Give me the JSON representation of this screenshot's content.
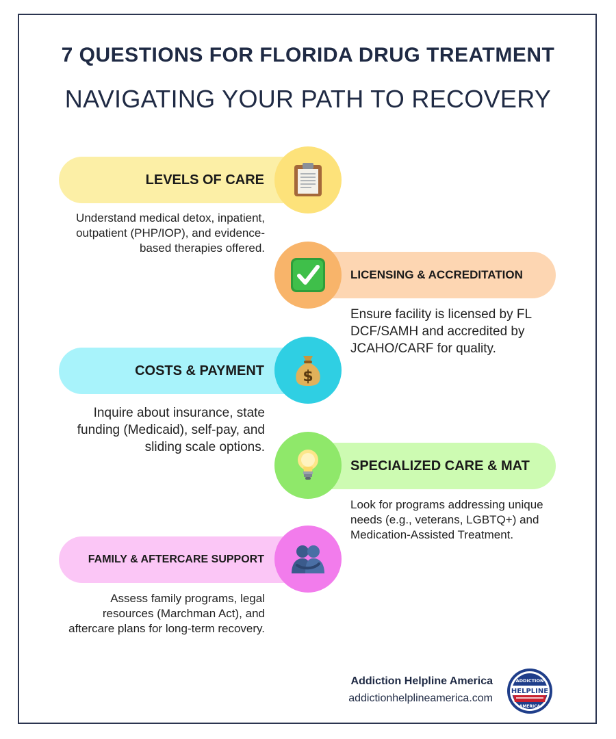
{
  "header": {
    "title": "7 QUESTIONS FOR FLORIDA DRUG TREATMENT",
    "subtitle": "NAVIGATING YOUR PATH TO RECOVERY"
  },
  "items": [
    {
      "title": "LEVELS OF CARE",
      "description": "Understand medical detox, inpatient, outpatient (PHP/IOP), and evidence-based therapies offered.",
      "icon": "clipboard-icon",
      "pill_color": "#fcefa6",
      "circle_color": "#fde27a"
    },
    {
      "title": "LICENSING & ACCREDITATION",
      "description": "Ensure facility is licensed by FL DCF/SAMH and accredited by JCAHO/CARF for quality.",
      "icon": "check-mark-icon",
      "pill_color": "#fdd6b2",
      "circle_color": "#f8b46a"
    },
    {
      "title": "COSTS & PAYMENT",
      "description": "Inquire about insurance, state funding (Medicaid), self-pay, and sliding scale options.",
      "icon": "money-bag-icon",
      "pill_color": "#a8f3fb",
      "circle_color": "#2fcfe3"
    },
    {
      "title": "SPECIALIZED CARE & MAT",
      "description": "Look for programs addressing unique needs (e.g., veterans, LGBTQ+) and Medication-Assisted Treatment.",
      "icon": "light-bulb-icon",
      "pill_color": "#cdfbb2",
      "circle_color": "#8fe86a"
    },
    {
      "title": "FAMILY & AFTERCARE SUPPORT",
      "description": "Assess family programs, legal resources (Marchman Act), and aftercare plans for long-term recovery.",
      "icon": "people-hugging-icon",
      "pill_color": "#fbc6f6",
      "circle_color": "#f27cec"
    }
  ],
  "footer": {
    "brand_name": "Addiction Helpline America",
    "brand_url": "addictionhelplineamerica.com",
    "logo_text_top": "ADDICTION",
    "logo_text_mid": "HELPLINE",
    "logo_text_bottom": "AMERICA"
  }
}
